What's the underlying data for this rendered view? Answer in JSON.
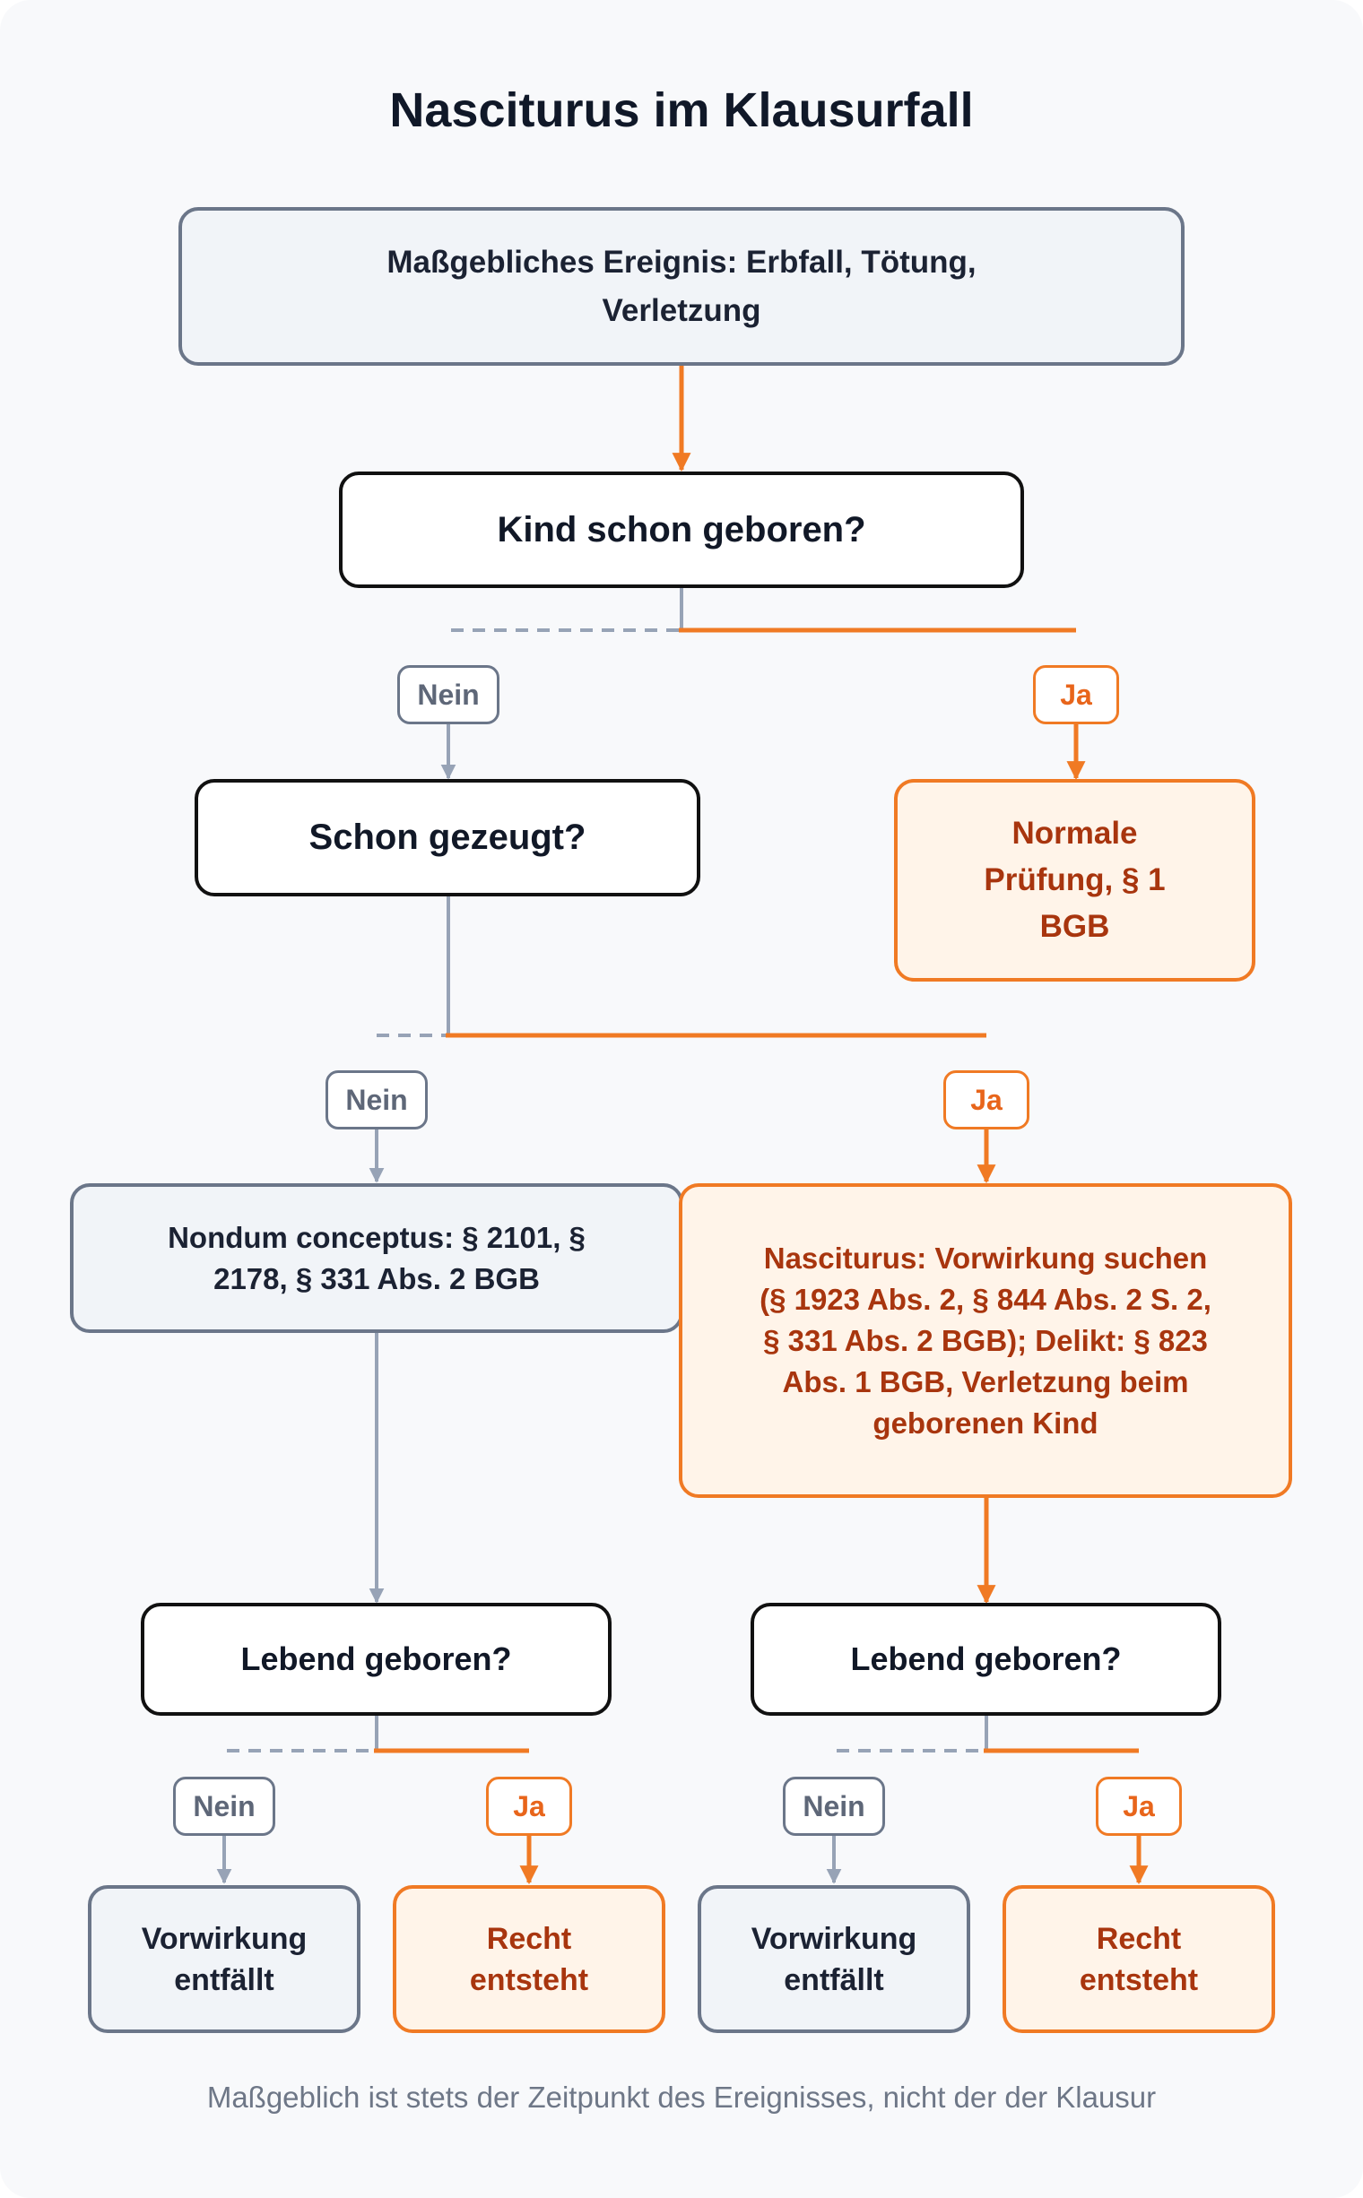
{
  "title": "Nasciturus im Klausurfall",
  "nodes": {
    "event": "Maßgebliches Ereignis: Erbfall, Tötung, Verletzung",
    "born_question": "Kind schon geboren?",
    "conceived_question": "Schon gezeugt?",
    "normal_check": "Normale Prüfung, § 1 BGB",
    "nondum": "Nondum conceptus: § 2101, § 2178, § 331 Abs. 2 BGB",
    "nasciturus": "Nasciturus: Vorwirkung suchen (§ 1923 Abs. 2, § 844 Abs. 2 S. 2, § 331 Abs. 2 BGB); Delikt: § 823 Abs. 1 BGB, Verletzung beim geborenen Kind",
    "alive_left": "Lebend geboren?",
    "alive_right": "Lebend geboren?",
    "lapses_left": "Vorwirkung entfällt",
    "arises_left": "Recht entsteht",
    "lapses_right": "Vorwirkung entfällt",
    "arises_right": "Recht entsteht"
  },
  "labels": {
    "no": "Nein",
    "yes": "Ja"
  },
  "footnote": "Maßgeblich ist stets der Zeitpunkt des Ereignisses, nicht der der Klausur",
  "colors": {
    "orange_accent": "#f07a24",
    "gray_line": "#97a3b6",
    "orange_fill": "#fff4e9",
    "neutral_fill": "#f1f4f8",
    "orange_text": "#a8350e"
  }
}
